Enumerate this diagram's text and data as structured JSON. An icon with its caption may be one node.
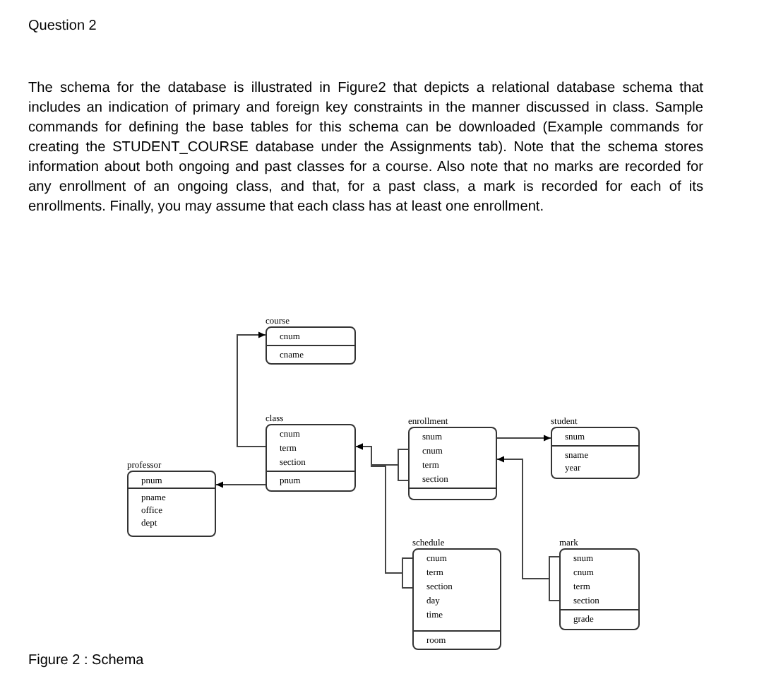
{
  "diagram": {
    "title": "Question 2",
    "caption": "Figure 2 : Schema",
    "nodes": [
      {
        "text": [
          "course",
          "cnum",
          "cname"
        ]
      },
      {
        "text": [
          "class",
          "cnum",
          "term",
          "section",
          "pnum"
        ]
      },
      {
        "text": [
          "professor",
          "pnum",
          "pname",
          "office",
          "dept"
        ]
      },
      {
        "text": [
          "enrollment",
          "snum",
          "cnum",
          "term",
          "section"
        ]
      },
      {
        "text": [
          "student",
          "snum",
          "sname",
          "year"
        ]
      },
      {
        "text": [
          "schedule",
          "cnum",
          "term",
          "section",
          "day",
          "time",
          "room"
        ]
      },
      {
        "text": [
          "mark",
          "snum",
          "cnum",
          "term",
          "section",
          "grade"
        ]
      }
    ],
    "edges": [
      {
        "from": 1,
        "to": 0,
        "arrow": "to"
      },
      {
        "from": 1,
        "to": 2,
        "arrow": "to"
      },
      {
        "from": 3,
        "to": 1,
        "arrow": "to"
      },
      {
        "from": 5,
        "to": 1,
        "arrow": "to"
      },
      {
        "from": 3,
        "to": 4,
        "arrow": "to"
      },
      {
        "from": 6,
        "to": 3,
        "arrow": "to"
      }
    ],
    "labels": [
      "The schema for the database is illustrated in Figure2 that depicts a relational database schema that includes an indication of primary and foreign key constraints in the manner discussed in class. Sample commands for defining the base tables for this schema can be downloaded (Example commands for creating the STUDENT_COURSE database under the Assignments tab). Note that the schema stores information about both ongoing and past classes for a course. Also note that no marks are recorded for any enrollment of an ongoing class, and that, for a past class, a mark is recorded for each of its enrollments. Finally, you may assume that each class has at least one enrollment."
    ]
  }
}
